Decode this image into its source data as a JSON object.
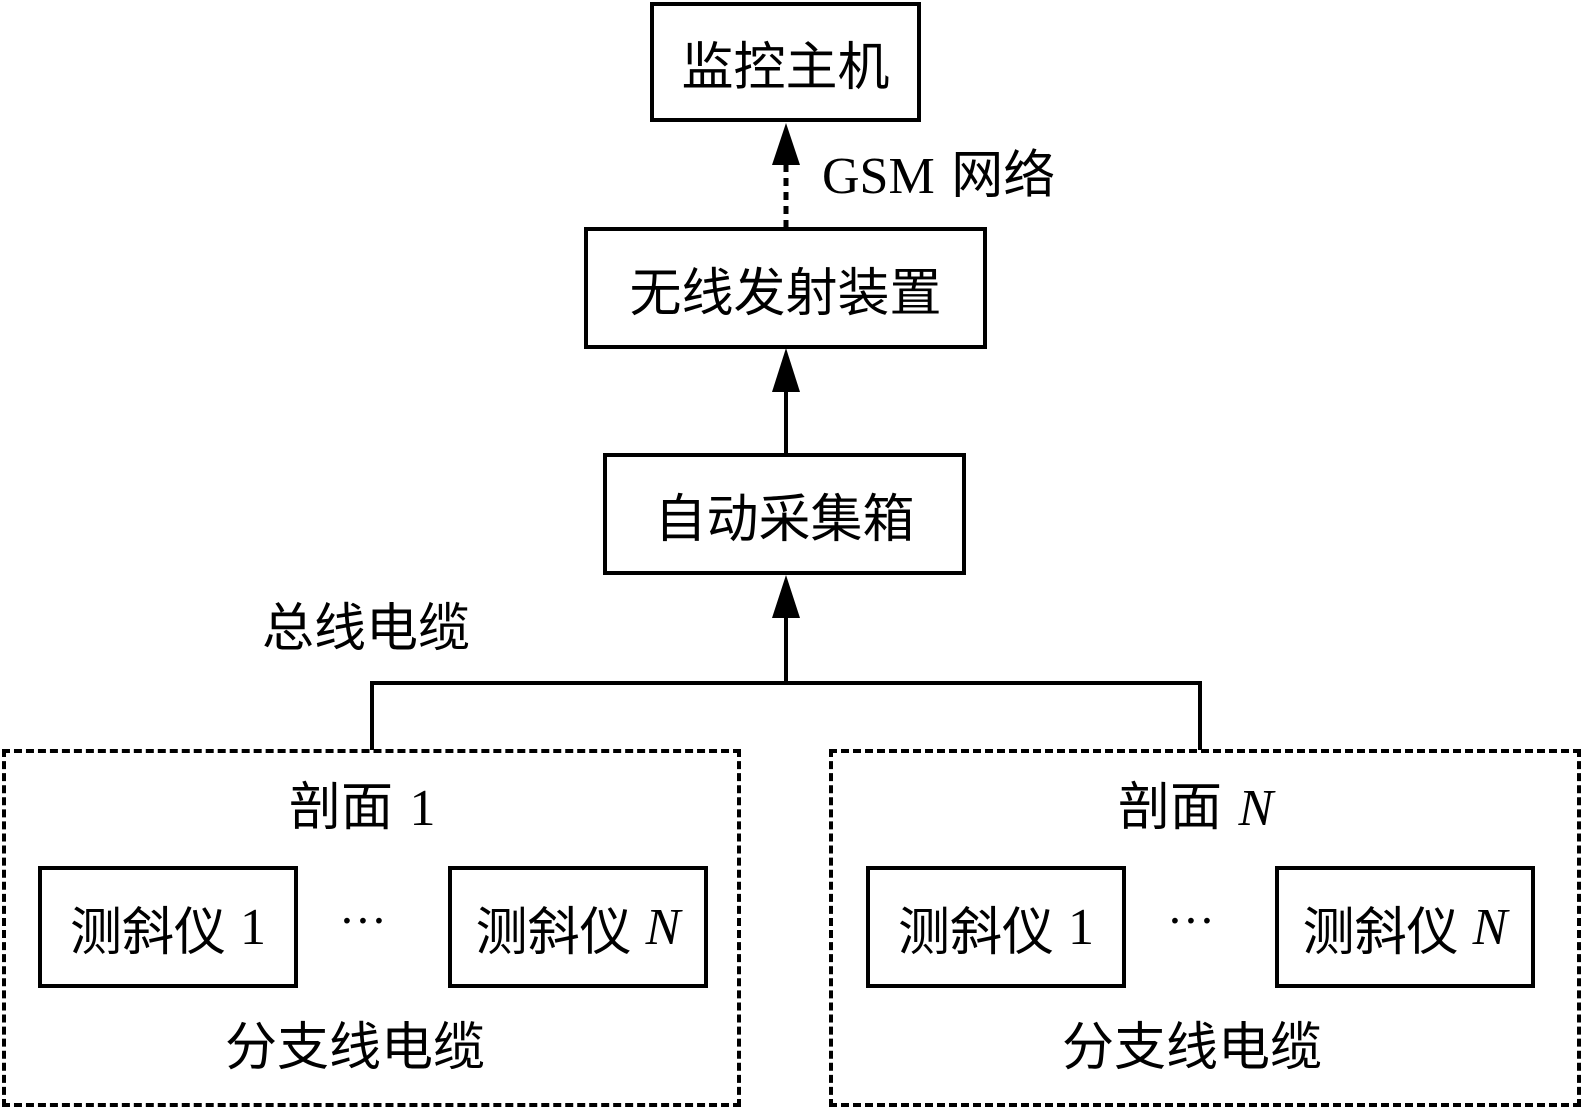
{
  "nodes": {
    "monitor_host": "监控主机",
    "wireless_transmitter": "无线发射装置",
    "auto_acquisition_box": "自动采集箱"
  },
  "edges": {
    "gsm_label_latin": "GSM",
    "gsm_label_cn": "网络",
    "bus_cable": "总线电缆"
  },
  "sections": [
    {
      "title_cn": "剖面",
      "title_index": "1",
      "title_index_italic": false,
      "inclinometers": [
        {
          "label_cn": "测斜仪",
          "index": "1",
          "italic": false
        },
        {
          "label_cn": "测斜仪",
          "index": "N",
          "italic": true
        }
      ],
      "ellipsis": "···",
      "branch_cable": "分支线电缆"
    },
    {
      "title_cn": "剖面",
      "title_index": "N",
      "title_index_italic": true,
      "inclinometers": [
        {
          "label_cn": "测斜仪",
          "index": "1",
          "italic": false
        },
        {
          "label_cn": "测斜仪",
          "index": "N",
          "italic": true
        }
      ],
      "ellipsis": "···",
      "branch_cable": "分支线电缆"
    }
  ]
}
